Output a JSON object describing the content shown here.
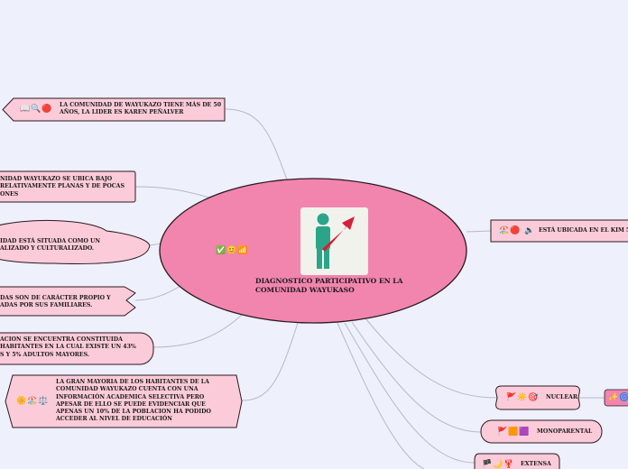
{
  "central": {
    "title": "DIAGNOSTICO PARTICIPATIVO EN LA\nCOMUNIDAD WAYUKASO",
    "icons": "✅😊📶",
    "image_name": "growth-chart-icon"
  },
  "left_topics": [
    {
      "text": "LA COMUNIDAD DE WAYUKAZO TIENE MÁS DE 50\nAÑOS, LA LIDER ES KAREN PEÑALVER",
      "icons": "📖🔍🔴"
    },
    {
      "text": "NIDAD WAYUKAZO SE UBICA BAJO\nRELATIVAMENTE PLANAS Y DE POCAS\nONES",
      "icons": ""
    },
    {
      "text": "IDAD ESTÁ SITUADA COMO UN\nALIZADO Y CULTURALIZADO.",
      "icons": ""
    },
    {
      "text": "DAS SON DE CARÁCTER PROPIO Y\nADAS POR SUS FAMILIARES.",
      "icons": ""
    },
    {
      "text": "ACION SE ENCUENTRA CONSTITUIDA\nHABITANTES EN LA CUAL EXISTE UN 43%\nS Y 5% ADULTOS MAYORES.",
      "icons": ""
    },
    {
      "text": "LA GRAN MAYORIA DE LOS HABITANTES DE LA\nCOMUNIDAD WAYUKAZO CUENTA CON UNA\nINFORMACIÓN ACADEMICA SELECTIVA PERO\nAPESAR DE ELLO SE PUEDE EVIDENCIAR QUE\nAPENAS UN 10% DE LA POBLACION HA PODIDO\nACCEDER AL NIVEL DE EDUCACIÓN",
      "icons": "🌼🏖️⚖️"
    }
  ],
  "right_topics": [
    {
      "text": "ESTÁ UBICADA EN EL KIM 5",
      "icons": "🏖️🔴 🔈"
    },
    {
      "text": "NUCLEAR",
      "icons": "🚩☀️🎯"
    },
    {
      "text": "MONOPARENTAL",
      "icons": "🚩🟧🟪"
    },
    {
      "text": "EXTENSA",
      "icons": "🏴🌙🦞"
    }
  ],
  "nuclear_child": {
    "icons": "✨🌀"
  },
  "colors": {
    "background": "#eef0fb",
    "central_fill": "#f185ad",
    "topic_fill": "#fbcbd9",
    "topic_stroke": "#2a1a22",
    "connector": "#b8b8c8",
    "icon_tile": "#f2f2ec",
    "person": "#2aa58a",
    "arrow": "#d42038"
  }
}
